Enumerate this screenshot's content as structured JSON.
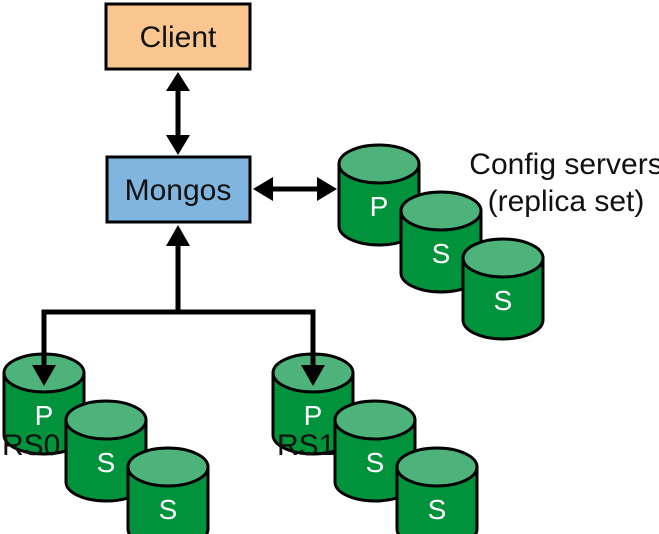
{
  "colors": {
    "client_fill": "#f9c690",
    "mongos_fill": "#7fb5de",
    "db_body": "#00933c",
    "db_top": "#4db37a",
    "stroke": "#000000"
  },
  "nodes": {
    "client": {
      "label": "Client"
    },
    "mongos": {
      "label": "Mongos"
    },
    "config": {
      "label_line1": "Config servers",
      "label_line2": "(replica set)",
      "members": [
        "P",
        "S",
        "S"
      ]
    },
    "rs0": {
      "label": "RS0",
      "members": [
        "P",
        "S",
        "S"
      ]
    },
    "rs1": {
      "label": "RS1",
      "members": [
        "P",
        "S",
        "S"
      ]
    }
  },
  "edges": [
    {
      "from": "client",
      "to": "mongos",
      "type": "bidirectional"
    },
    {
      "from": "mongos",
      "to": "config",
      "type": "bidirectional"
    },
    {
      "from": "shards",
      "to": "mongos",
      "type": "to-mongos"
    },
    {
      "from": "mongos",
      "to": "rs0",
      "type": "to-shard"
    },
    {
      "from": "mongos",
      "to": "rs1",
      "type": "to-shard"
    }
  ]
}
